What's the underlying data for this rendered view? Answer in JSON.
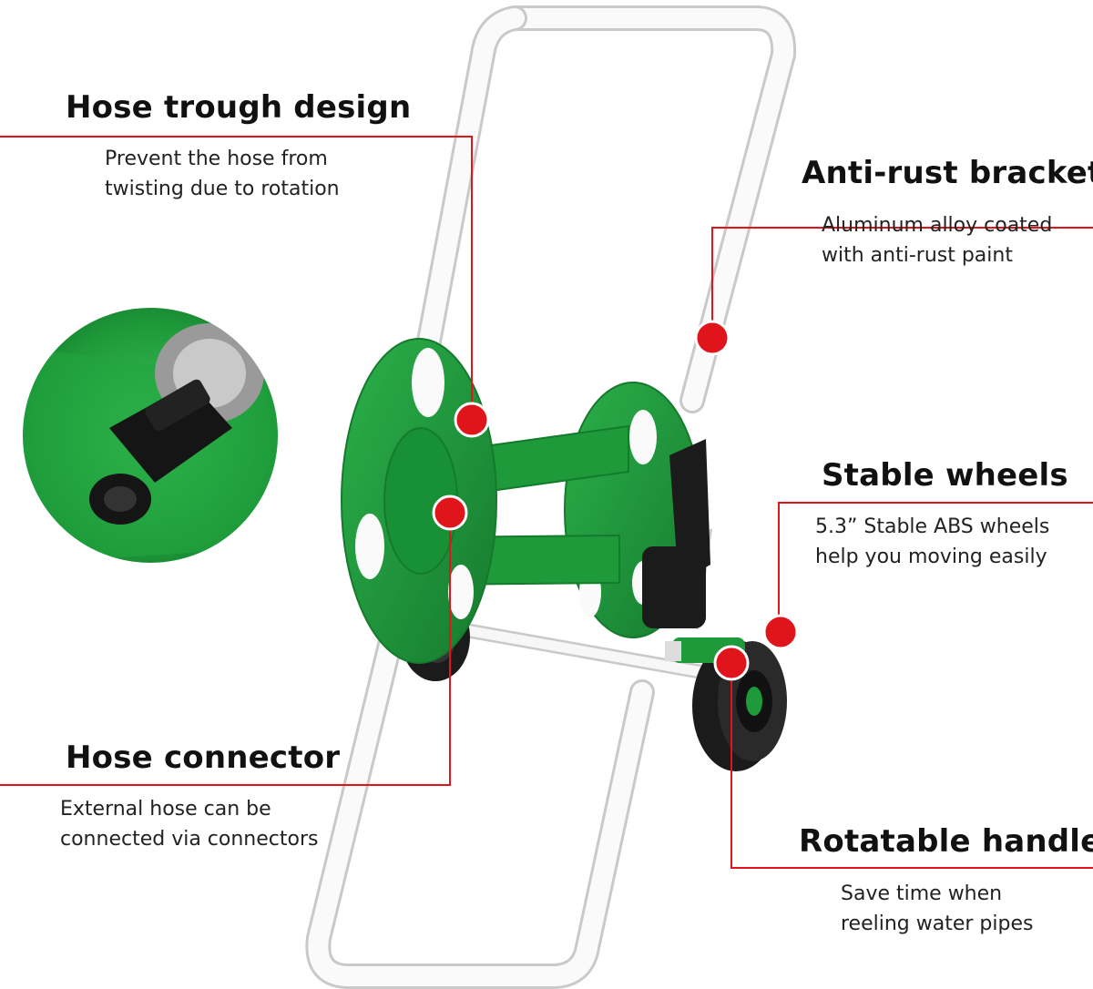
{
  "callouts": {
    "hose_trough": {
      "title": "Hose trough design",
      "lines": [
        "Prevent the hose from",
        "twisting due to rotation"
      ]
    },
    "anti_rust": {
      "title": "Anti-rust bracket",
      "lines": [
        "Aluminum alloy coated",
        "with anti-rust paint"
      ]
    },
    "stable_wheels": {
      "title": "Stable wheels",
      "lines": [
        "5.3” Stable ABS wheels",
        "help you moving easily"
      ]
    },
    "hose_connector": {
      "title": "Hose connector",
      "lines": [
        "External hose can be",
        "connected via connectors"
      ]
    },
    "rotatable_handle": {
      "title": "Rotatable handle",
      "lines": [
        "Save time when",
        "reeling water pipes"
      ]
    }
  },
  "colors": {
    "accent": "#e0141b",
    "reel_green": "#1f9a3a",
    "frame_white": "#f4f4f4",
    "wheel_black": "#1b1b1b"
  },
  "icons": [
    "detail-inset-connector",
    "hose-reel-cart"
  ]
}
